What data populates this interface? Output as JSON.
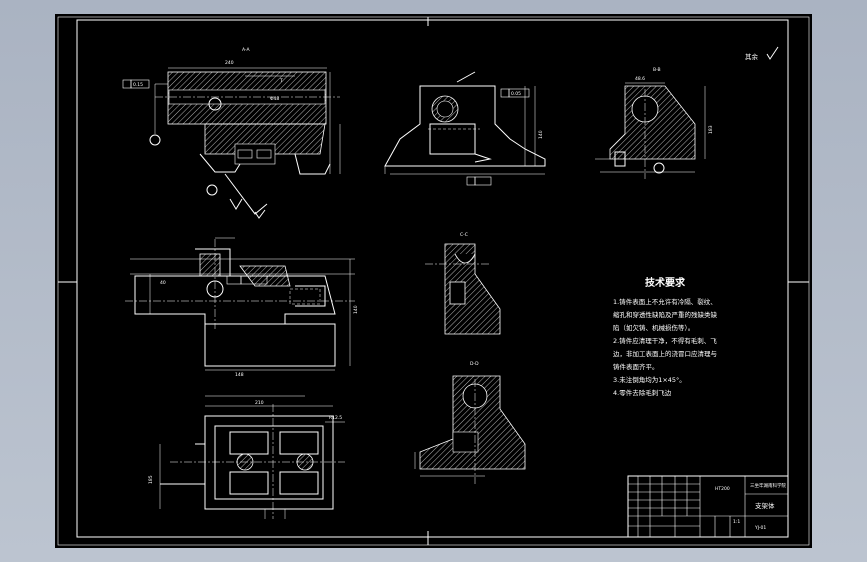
{
  "sections": {
    "aa": "A-A",
    "bb": "B-B",
    "cc": "C-C",
    "dd": "D-D"
  },
  "roughness": "其余",
  "dims": {
    "top_len": "240",
    "bore": "Φ48",
    "tol_flat": "0.15",
    "tol_par": "0.05",
    "bb_w": "48.6",
    "bb_h": "183",
    "left_h": "40",
    "side_w": "148",
    "plan_w": "210",
    "plan_h": "185",
    "rad": "R12.5",
    "h140": "140"
  },
  "tech": {
    "title": "技术要求",
    "lines": [
      "1.铸件表面上不允许有冷隔、裂纹、",
      "缩孔和穿透性缺陷及严重的残缺类缺",
      "陷（如欠铸、机械损伤等）。",
      "2.铸件应清理干净，不得有毛刺、飞",
      "边，非加工表面上的浇冒口应清理与",
      "铸件表面齐平。",
      "3.未注倒角均为1×45°。",
      "4.零件去除毛刺飞边"
    ]
  },
  "title_block": {
    "school": "三坐牢湖南科学院",
    "part_name": "支架体",
    "drawing_no": "YJ-01",
    "material": "HT200",
    "scale": "1:1"
  }
}
